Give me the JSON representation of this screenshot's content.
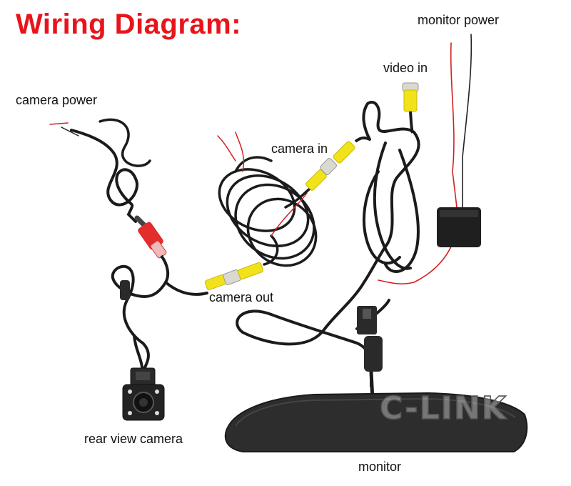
{
  "title": "Wiring Diagram:",
  "labels": {
    "monitor_power": "monitor  power",
    "video_in": "video in",
    "camera_power": "camera power",
    "camera_in": "camera in",
    "camera_out": "camera out",
    "rear_view_camera": "rear view camera",
    "monitor": "monitor"
  },
  "watermark": "C-LINK",
  "colors": {
    "title": "#e8141b",
    "cable": "#1b1b1b",
    "connector_yellow": "#f2e21c",
    "connector_red": "#e32c2c",
    "wire_red": "#d42020"
  }
}
